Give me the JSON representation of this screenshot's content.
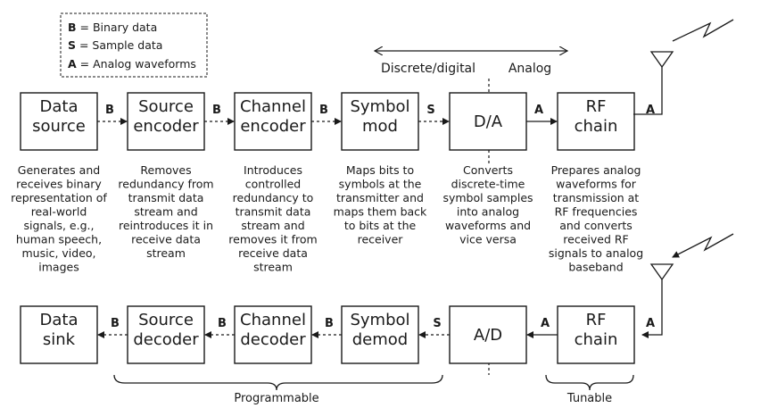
{
  "legend": [
    {
      "key": "B",
      "text": " = Binary data"
    },
    {
      "key": "S",
      "text": " = Sample data"
    },
    {
      "key": "A",
      "text": " = Analog waveforms"
    }
  ],
  "domains": {
    "left": "Discrete/digital",
    "right": "Analog"
  },
  "tx_blocks": [
    {
      "lines": [
        "Data",
        "source"
      ]
    },
    {
      "lines": [
        "Source",
        "encoder"
      ]
    },
    {
      "lines": [
        "Channel",
        "encoder"
      ]
    },
    {
      "lines": [
        "Symbol",
        "mod"
      ]
    },
    {
      "lines": [
        "D/A"
      ]
    },
    {
      "lines": [
        "RF",
        "chain"
      ]
    }
  ],
  "rx_blocks": [
    {
      "lines": [
        "Data",
        "sink"
      ]
    },
    {
      "lines": [
        "Source",
        "decoder"
      ]
    },
    {
      "lines": [
        "Channel",
        "decoder"
      ]
    },
    {
      "lines": [
        "Symbol",
        "demod"
      ]
    },
    {
      "lines": [
        "A/D"
      ]
    },
    {
      "lines": [
        "RF",
        "chain"
      ]
    }
  ],
  "tx_links": [
    "B",
    "B",
    "B",
    "S",
    "A",
    "A"
  ],
  "rx_links": [
    "B",
    "B",
    "B",
    "S",
    "A",
    "A"
  ],
  "descriptions": [
    [
      "Generates and",
      "receives binary",
      "representation of",
      "real-world",
      "signals, e.g.,",
      "human speech,",
      "music, video,",
      "images"
    ],
    [
      "Removes",
      "redundancy from",
      "transmit data",
      "stream and",
      "reintroduces it in",
      "receive data",
      "stream"
    ],
    [
      "Introduces",
      "controlled",
      "redundancy to",
      "transmit data",
      "stream and",
      "removes it from",
      "receive data",
      "stream"
    ],
    [
      "Maps bits to",
      "symbols at the",
      "transmitter and",
      "maps them back",
      "to bits at the",
      "receiver"
    ],
    [
      "Converts",
      "discrete-time",
      "symbol samples",
      "into analog",
      "waveforms and",
      "vice versa"
    ],
    [
      "Prepares analog",
      "waveforms for",
      "transmission at",
      "RF frequencies",
      "and converts",
      "received RF",
      "signals to analog",
      "baseband"
    ]
  ],
  "braces": {
    "programmable": "Programmable",
    "tunable": "Tunable"
  }
}
